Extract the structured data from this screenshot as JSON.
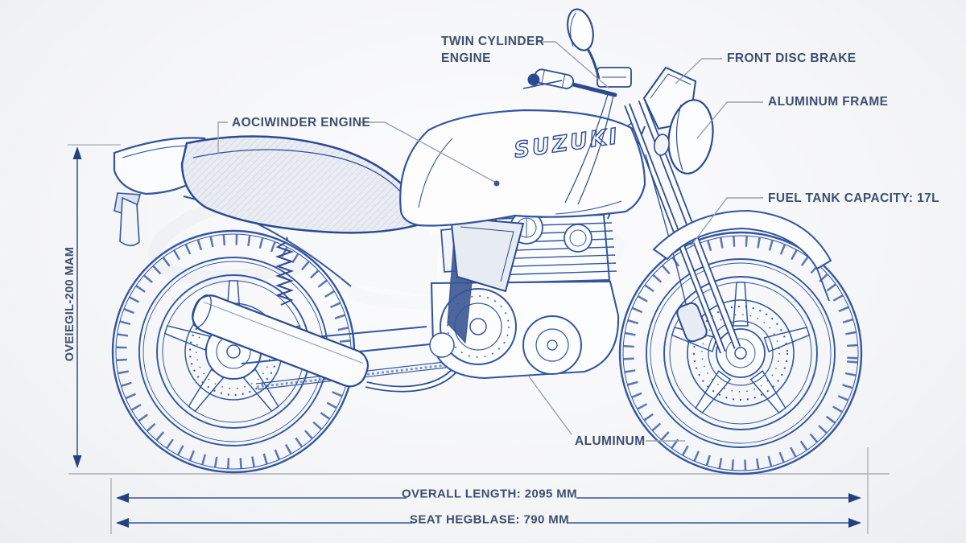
{
  "diagram": {
    "brand_logo": "SUZUKI",
    "callouts": {
      "twin_cylinder": "TWIN CYLINDER ENGINE",
      "front_disc_brake": "FRONT DISC BRAKE",
      "aluminum_frame": "ALUMINUM FRAME",
      "fuel_tank_capacity": "FUEL TANK CAPACITY: 17L",
      "engine_left": "AOCIWINDER ENGINE",
      "aluminum": "ALUMINUM"
    },
    "dimensions": {
      "height_label": "OVEIEGIL-200 MAM",
      "overall_length": "OVERALL LENGTH: 2095 MM",
      "seat_wheelbase": "SEAT HEGBLASE: 790 MM"
    },
    "colors": {
      "line_blue": "#3355a0",
      "dark_navy": "#24407e",
      "leader_gray": "#9aa2ac",
      "text_navy": "#3e4f6f"
    }
  }
}
